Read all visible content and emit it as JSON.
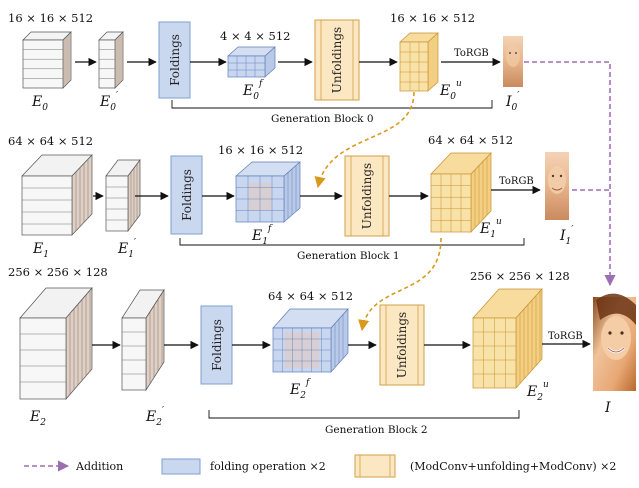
{
  "blocks": [
    {
      "input_dim": "16 × 16 × 512",
      "folded_dim": "4 × 4 × 512",
      "output_dim": "16 × 16 × 512",
      "block_label": "Generation Block 0",
      "e": "E",
      "e_sub": "0",
      "ep": "E",
      "ep_sub": "0",
      "ef": "E",
      "ef_sub": "0",
      "ef_sup": "f",
      "eu": "E",
      "eu_sub": "0",
      "eu_sup": "u",
      "img": "I",
      "img_sub": "0"
    },
    {
      "input_dim": "64 × 64 × 512",
      "folded_dim": "16 × 16 × 512",
      "output_dim": "64 × 64 × 512",
      "block_label": "Generation Block 1",
      "e": "E",
      "e_sub": "1",
      "ep": "E",
      "ep_sub": "1",
      "ef": "E",
      "ef_sub": "1",
      "ef_sup": "f",
      "eu": "E",
      "eu_sub": "1",
      "eu_sup": "u",
      "img": "I",
      "img_sub": "1"
    },
    {
      "input_dim": "256 × 256 × 128",
      "folded_dim": "64 × 64 × 512",
      "output_dim": "256 × 256 × 128",
      "block_label": "Generation Block 2",
      "e": "E",
      "e_sub": "2",
      "ep": "E",
      "ep_sub": "2",
      "ef": "E",
      "ef_sub": "2",
      "ef_sup": "f",
      "eu": "E",
      "eu_sub": "2",
      "eu_sup": "u"
    }
  ],
  "folding_label": "Foldings",
  "unfolding_label": "Unfoldings",
  "torgb_label": "ToRGB",
  "final_output": "I",
  "legend": {
    "addition": "Addition",
    "folding": "folding operation ×2",
    "unfolding": "(ModConv+unfolding+ModConv) ×2"
  },
  "colors": {
    "folding_fill": "#c9d7ef",
    "folding_stroke": "#7f9fd0",
    "unfold_fill": "#fbe7c2",
    "unfold_stroke": "#d2a24a",
    "addition_arrow": "#9c6fb0",
    "skip_arrow": "#d89a1c"
  }
}
